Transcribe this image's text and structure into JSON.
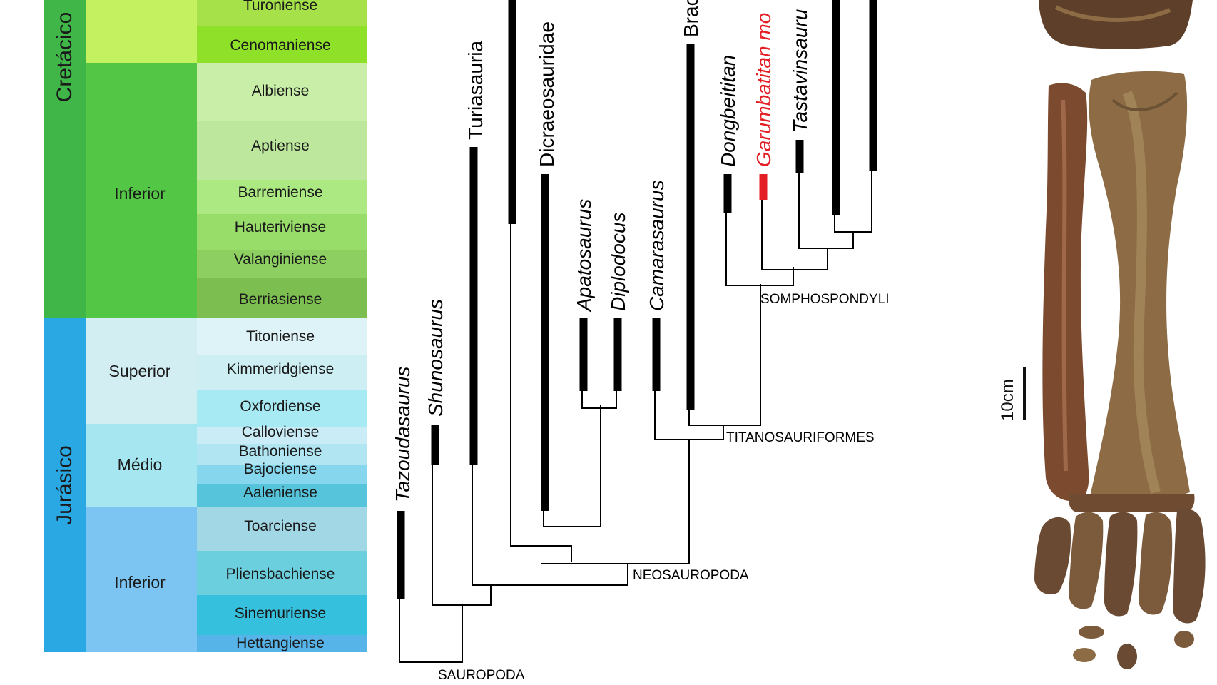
{
  "timescale": {
    "periods": [
      {
        "name": "Cretácico",
        "color": "#40b649"
      },
      {
        "name": "Jurásico",
        "color": "#2aa8e3"
      }
    ],
    "epochs": [
      {
        "name": "",
        "color": "#c4f15f"
      },
      {
        "name": "Inferior",
        "color": "#54c645"
      },
      {
        "name": "Superior",
        "color": "#d2eef3"
      },
      {
        "name": "Médio",
        "color": "#a6e6f1"
      },
      {
        "name": "Inferior",
        "color": "#7cc4f2"
      }
    ],
    "stages": [
      {
        "name": "Turoniense",
        "color": "#a6e14a"
      },
      {
        "name": "Cenomaniense",
        "color": "#8ee029"
      },
      {
        "name": "Albiense",
        "color": "#c8eea8"
      },
      {
        "name": "Aptiense",
        "color": "#bde79d"
      },
      {
        "name": "Barremiense",
        "color": "#ace982"
      },
      {
        "name": "Hauteriviense",
        "color": "#98dc6a"
      },
      {
        "name": "Valanginiense",
        "color": "#8ecf61"
      },
      {
        "name": "Berriasiense",
        "color": "#7cbe50"
      },
      {
        "name": "Titoniense",
        "color": "#ddf3f7"
      },
      {
        "name": "Kimmeridgiense",
        "color": "#cdeff4"
      },
      {
        "name": "Oxfordiense",
        "color": "#a8eaf3"
      },
      {
        "name": "Calloviense",
        "color": "#c9ecf6"
      },
      {
        "name": "Bathoniense",
        "color": "#b2e5f2"
      },
      {
        "name": "Bajociense",
        "color": "#86d7ee"
      },
      {
        "name": "Aaleniense",
        "color": "#56c5dc"
      },
      {
        "name": "Toarciense",
        "color": "#a2d8e6"
      },
      {
        "name": "Pliensbachiense",
        "color": "#6ccfde"
      },
      {
        "name": "Sinemuriense",
        "color": "#35c0dd"
      },
      {
        "name": "Hettangiense",
        "color": "#57b4e9"
      }
    ]
  },
  "cladogram": {
    "taxa": [
      {
        "name": "Tazoudasaurus",
        "highlight": false
      },
      {
        "name": "Shunosaurus",
        "highlight": false
      },
      {
        "name": "Turiasauria",
        "highlight": false
      },
      {
        "name": "",
        "highlight": false
      },
      {
        "name": "Dicraeosauridae",
        "highlight": false
      },
      {
        "name": "Apatosaurus",
        "highlight": false
      },
      {
        "name": "Diplodocus",
        "highlight": false
      },
      {
        "name": "Camarasaurus",
        "highlight": false
      },
      {
        "name": "Brac",
        "highlight": false
      },
      {
        "name": "Dongbeititan",
        "highlight": false
      },
      {
        "name": "Garumbatitan mo",
        "highlight": true
      },
      {
        "name": "Tastavinsauru",
        "highlight": false
      },
      {
        "name": "",
        "highlight": false
      },
      {
        "name": "",
        "highlight": false
      }
    ],
    "clades": [
      "SAUROPODA",
      "NEOSAUROPODA",
      "TITANOSAURIFORMES",
      "SOMPHOSPONDYLI"
    ],
    "highlight_color": "#e31e24",
    "line_color": "#000000"
  },
  "fossil": {
    "scale_bar_label": "10cm",
    "bone_colors": [
      "#7c5a3c",
      "#8c6b45",
      "#5e3f29",
      "#a08458"
    ]
  }
}
